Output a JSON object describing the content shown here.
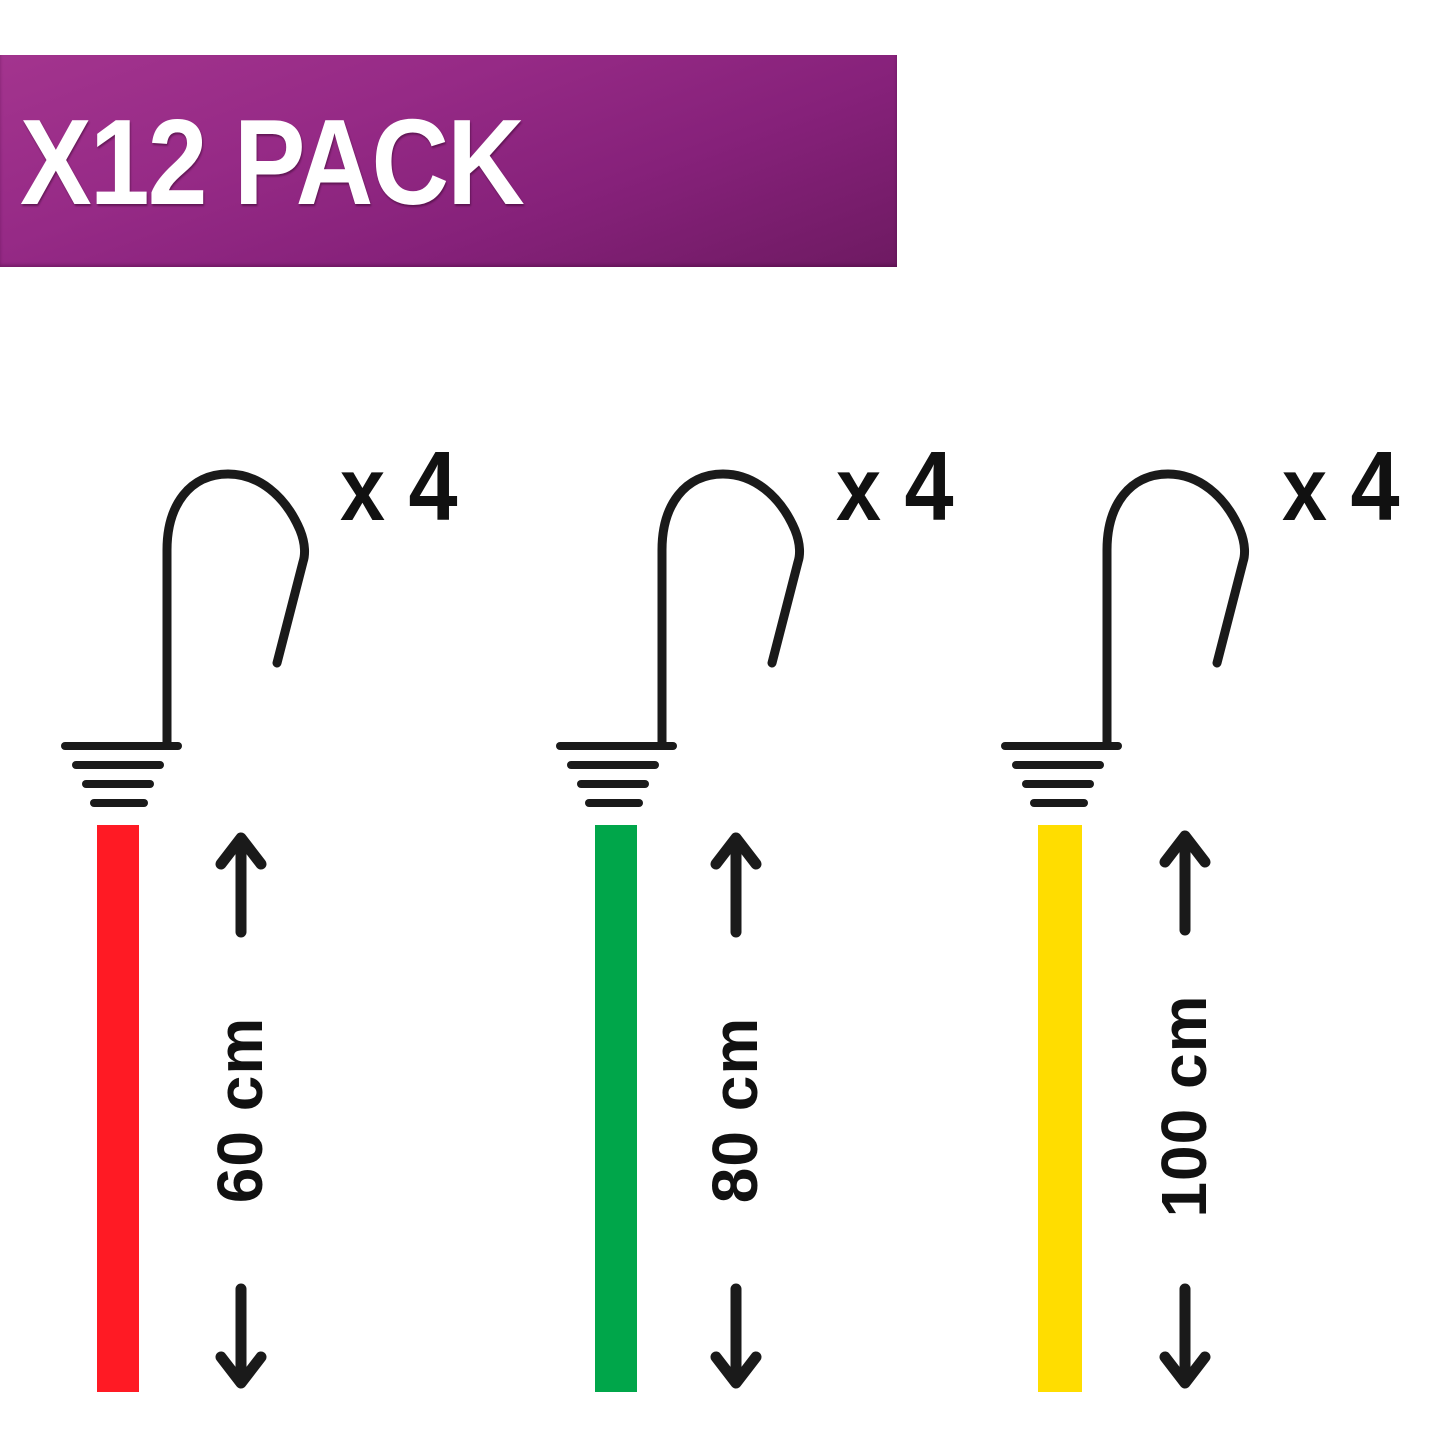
{
  "banner": {
    "title": "X12 PACK",
    "color_light": "#a3348e",
    "color_dark": "#6e1a62"
  },
  "items": [
    {
      "quantity_prefix": "x",
      "quantity": "4",
      "length_label": "60 cm",
      "length_value": 60,
      "length_unit": "cm",
      "cord_color": "#ff1a24",
      "cord_color_name": "red"
    },
    {
      "quantity_prefix": "x",
      "quantity": "4",
      "length_label": "80 cm",
      "length_value": 80,
      "length_unit": "cm",
      "cord_color": "#00a64a",
      "cord_color_name": "green"
    },
    {
      "quantity_prefix": "x",
      "quantity": "4",
      "length_label": "100 cm",
      "length_value": 100,
      "length_unit": "cm",
      "cord_color": "#ffdd00",
      "cord_color_name": "yellow"
    }
  ],
  "icons": {
    "hook": "hook-icon",
    "arrow_up": "arrow-up-icon",
    "arrow_down": "arrow-down-icon"
  }
}
